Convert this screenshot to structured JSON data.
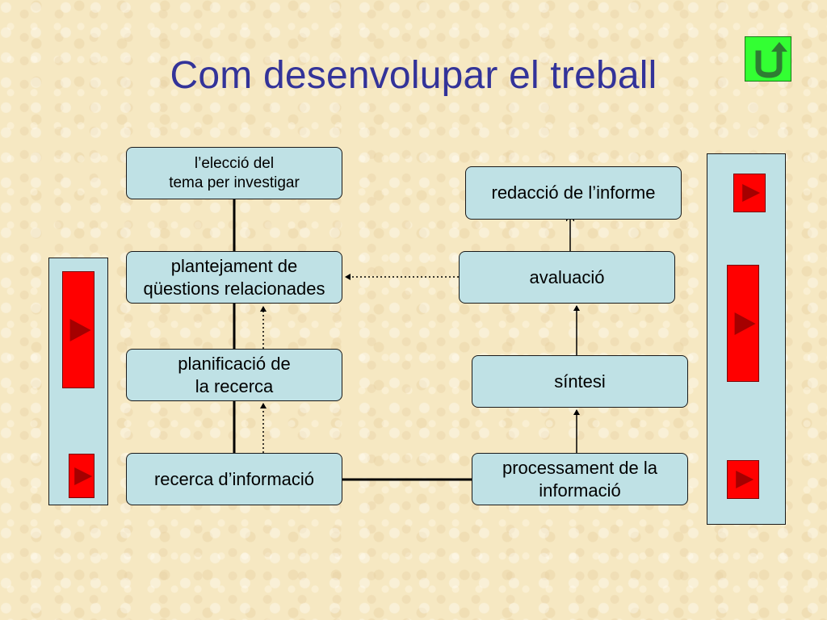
{
  "title": "Com desenvolupar el treball",
  "boxes": {
    "eleccio": [
      "l’elecció del",
      "tema per investigar"
    ],
    "plantejament": [
      "plantejament de",
      "qüestions relacionades"
    ],
    "planificacio": [
      "planificació de",
      "la recerca"
    ],
    "recerca": [
      "recerca d’informació"
    ],
    "redaccio": [
      "redacció de l’informe"
    ],
    "avaluacio": [
      "avaluació"
    ],
    "sintesi": [
      "síntesi"
    ],
    "processament": [
      "processament de la",
      "informació"
    ]
  },
  "icons": {
    "return": "u-turn-arrow-icon",
    "nav": "play-triangle-icon"
  },
  "colors": {
    "title": "#333399",
    "box_fill": "#bfe1e5",
    "nav_button": "#ff0000",
    "nav_triangle": "#a50000",
    "return_button": "#33ff33",
    "return_arrow": "#2e7d32"
  }
}
